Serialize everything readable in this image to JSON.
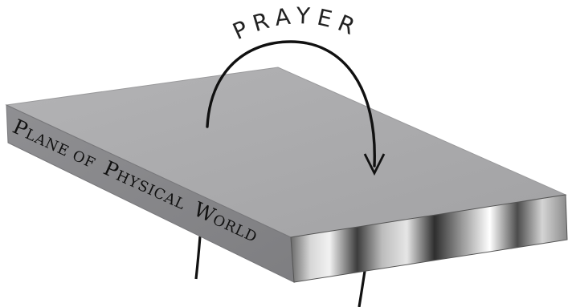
{
  "diagram": {
    "arc_word": "PRAYER",
    "plane_label": {
      "segments": [
        {
          "initial": "P",
          "rest": "LANE OF"
        },
        {
          "initial": "P",
          "rest": "HYSICAL"
        },
        {
          "initial": "W",
          "rest": "ORLD"
        }
      ]
    },
    "colors": {
      "top_face": "#a9a9ab",
      "left_face": "#8b8b8e",
      "front_face_light": "#f4f4f4",
      "front_face_dark": "#3a3a3a",
      "ink": "#111111"
    }
  }
}
